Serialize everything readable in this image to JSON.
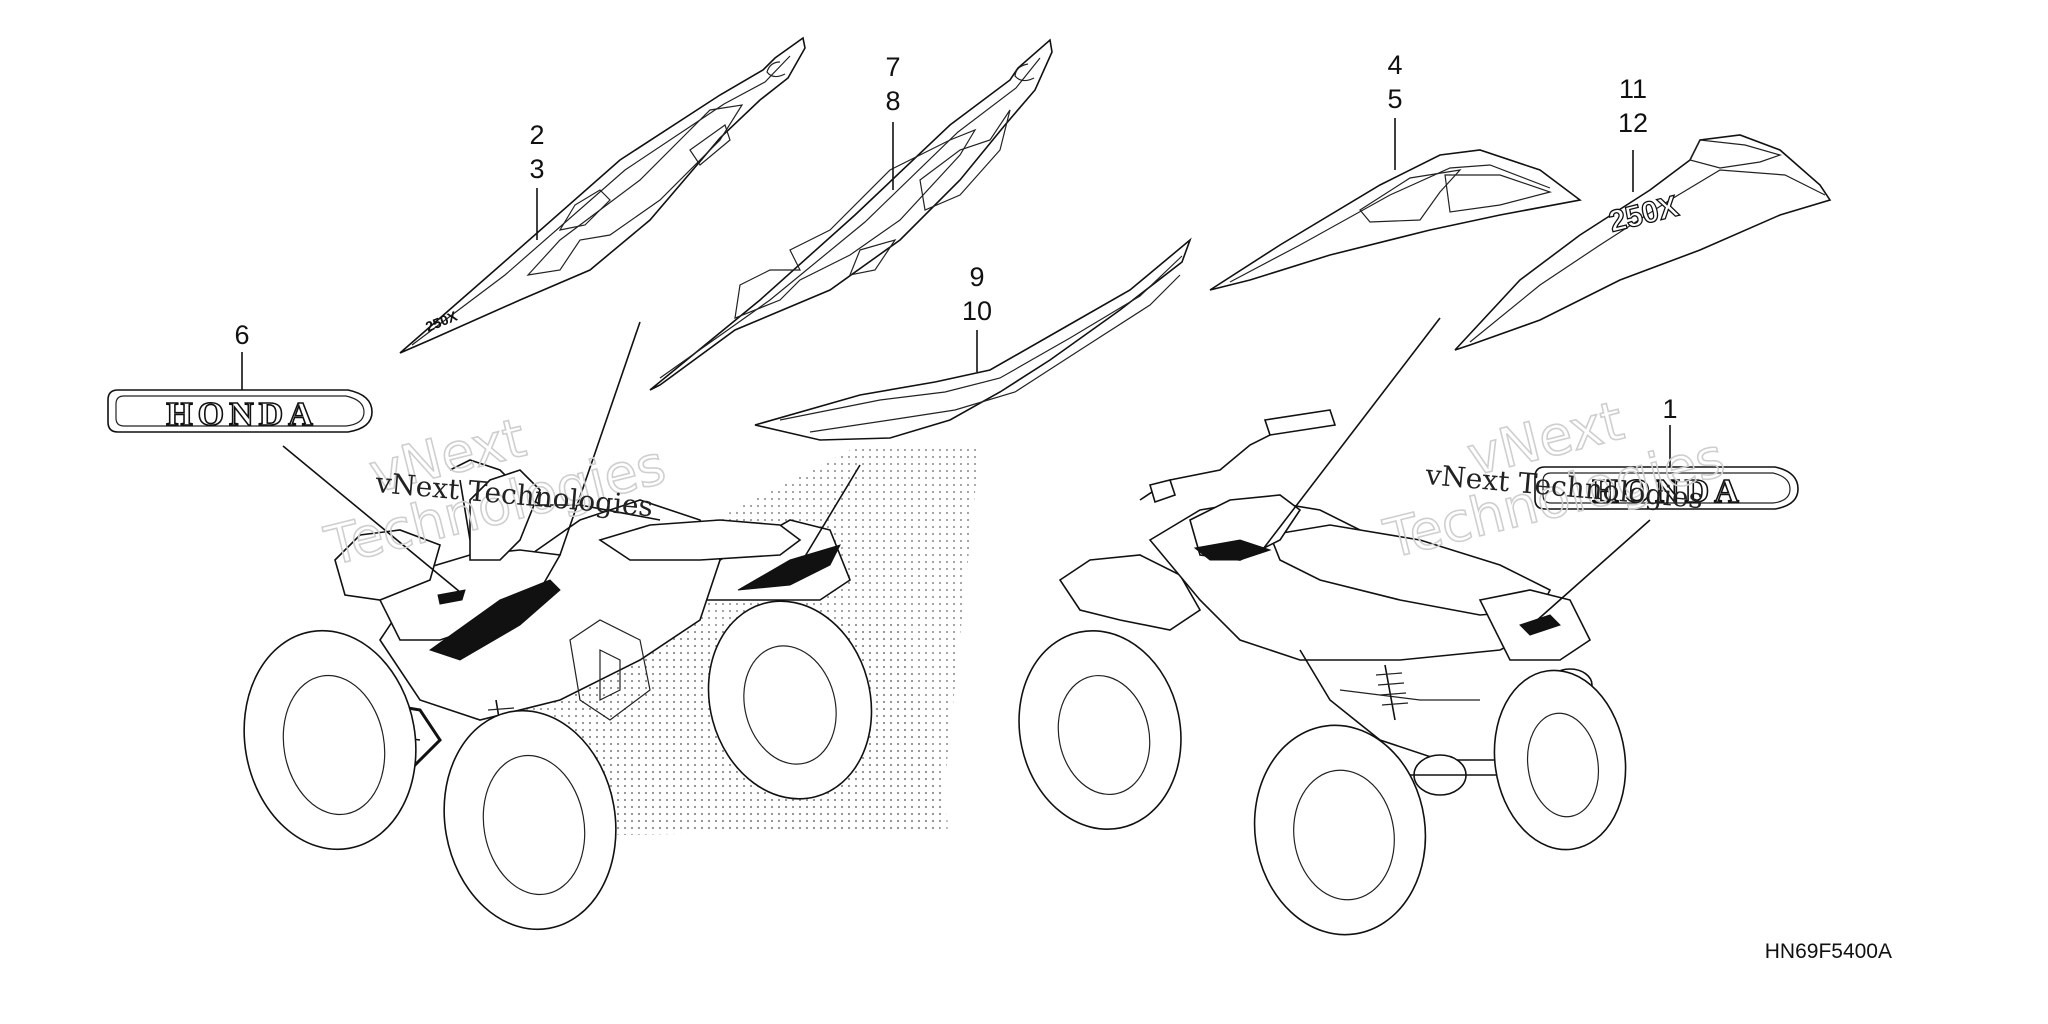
{
  "callouts": {
    "c1": "1",
    "c2": "2",
    "c3": "3",
    "c4": "4",
    "c5": "5",
    "c6": "6",
    "c7": "7",
    "c8": "8",
    "c9": "9",
    "c10": "10",
    "c11": "11",
    "c12": "12"
  },
  "emblem_text": "HONDA",
  "model_badge": "250X",
  "diagram_code": "HN69F5400A",
  "watermark": {
    "brand_top": "vNext",
    "brand_bottom": "Technologies",
    "caption": "vNext Technologies"
  },
  "colors": {
    "line": "#111111",
    "dots": "#9a9a9a",
    "watermark": "#cfcfcf"
  }
}
